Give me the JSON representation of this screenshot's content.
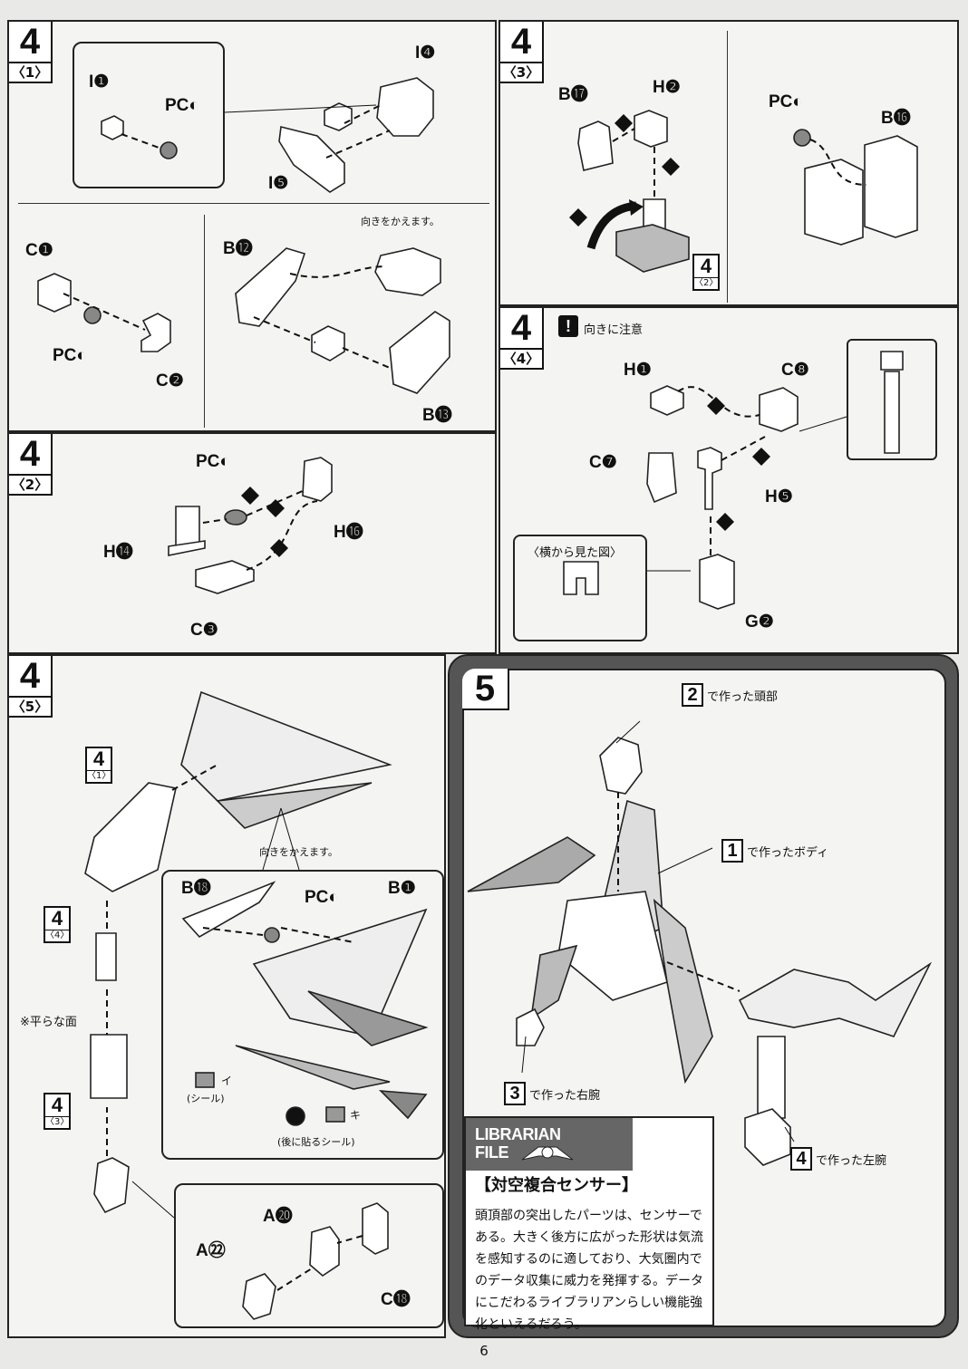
{
  "page_number": "6",
  "step_4_1": {
    "step": "4",
    "sub": "〈1〉",
    "labels": {
      "i1": "I❶",
      "pcd": "PC◐",
      "i4": "I❹",
      "i5": "I❺",
      "c1": "C❶",
      "pcc": "PC◐",
      "c2": "C❷",
      "b12": "B⓬",
      "b13": "B⓭"
    },
    "note": "向きをかえます。"
  },
  "step_4_2": {
    "step": "4",
    "sub": "〈2〉",
    "labels": {
      "pcj": "PC◐",
      "h14": "H⓮",
      "h16": "H⓰",
      "c3": "C❸"
    }
  },
  "step_4_3": {
    "step": "4",
    "sub": "〈3〉",
    "labels": {
      "b17": "B⓱",
      "h2": "H❷",
      "pcd": "PC◐",
      "b16": "B⓰"
    },
    "ref": {
      "n": "4",
      "s": "〈2〉"
    }
  },
  "step_4_4": {
    "step": "4",
    "sub": "〈4〉",
    "warning": "向きに注意",
    "labels": {
      "h1": "H❶",
      "c8": "C❽",
      "c7": "C❼",
      "h5": "H❺",
      "g2": "G❷"
    },
    "side_view": "〈横から見た図〉"
  },
  "step_4_5": {
    "step": "4",
    "sub": "〈5〉",
    "labels": {
      "b18": "B⓲",
      "pcf": "PC◐",
      "b1": "B❶",
      "a20": "A⓴",
      "a22": "A㉒",
      "c18": "C⓲"
    },
    "note": "向きをかえます。",
    "flat_note": "※平らな面",
    "seal": "(シール)",
    "seal_i": "イ",
    "seal_ki": "キ",
    "after_seal": "(後に貼るシール)",
    "refs": [
      {
        "n": "4",
        "s": "〈1〉"
      },
      {
        "n": "4",
        "s": "〈4〉"
      },
      {
        "n": "4",
        "s": "〈3〉"
      }
    ]
  },
  "step_5": {
    "step": "5",
    "head": {
      "n": "2",
      "t": "で作った頭部"
    },
    "body": {
      "n": "1",
      "t": "で作ったボディ"
    },
    "right_arm": {
      "n": "3",
      "t": "で作った右腕"
    },
    "left_arm": {
      "n": "4",
      "t": "で作った左腕"
    }
  },
  "librarian": {
    "title_1": "LIBRARIAN",
    "title_2": "FILE",
    "subtitle": "【対空複合センサー】",
    "body": "頭頂部の突出したパーツは、センサーである。大きく後方に広がった形状は気流を感知するのに適しており、大気圏内でのデータ収集に威力を発揮する。データにこだわるライブラリアンらしい機能強化といえるだろう。"
  }
}
